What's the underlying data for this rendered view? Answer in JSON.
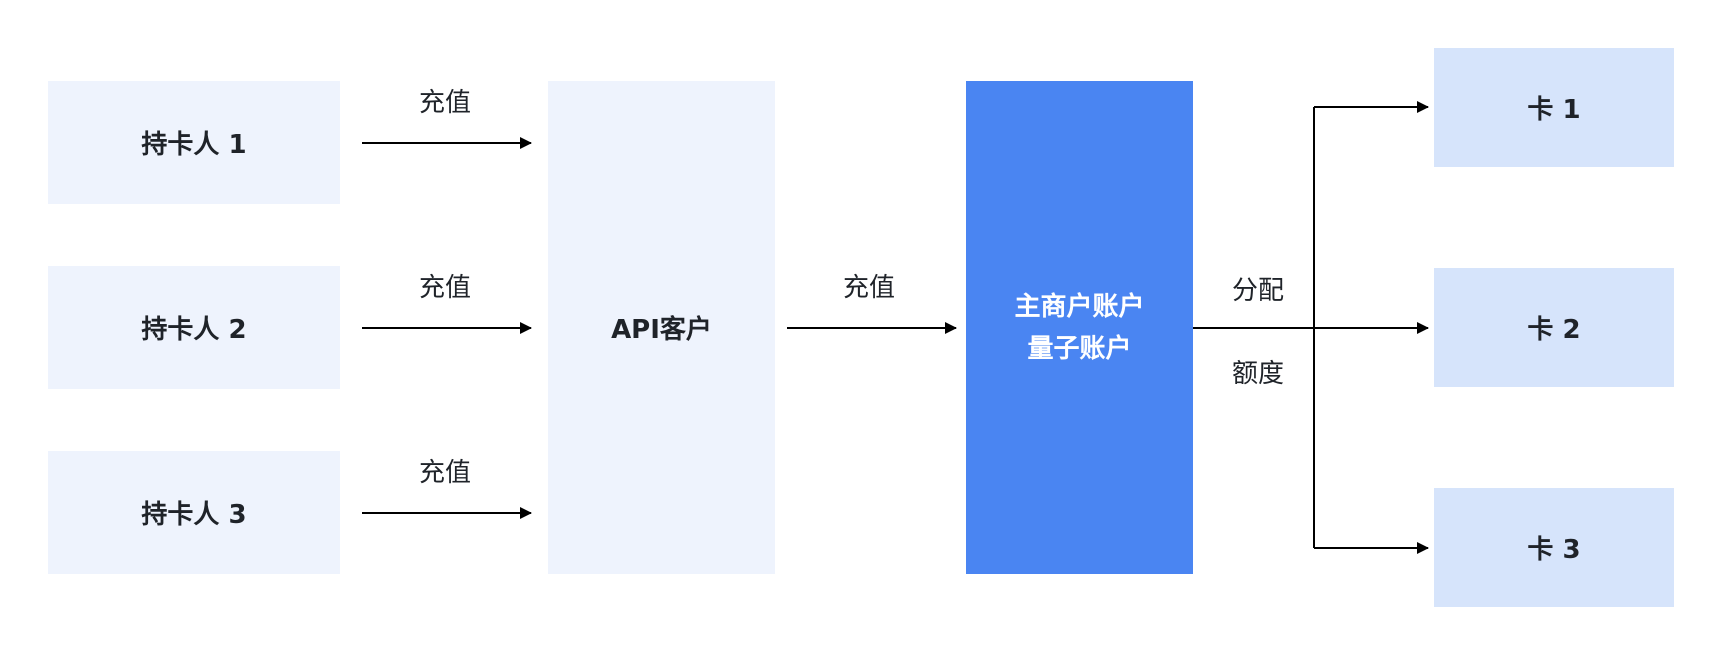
{
  "colors": {
    "light_box": "#eef3fd",
    "card_box": "#d6e4fb",
    "main_box": "#4a85f2",
    "main_text": "#ffffff",
    "text": "#1f2329",
    "arrow": "#000000"
  },
  "cardholders": [
    {
      "label": "持卡人 1"
    },
    {
      "label": "持卡人 2"
    },
    {
      "label": "持卡人 3"
    }
  ],
  "api_customer": {
    "label": "API客户"
  },
  "main_account": {
    "line1": "主商户账户",
    "line2": "量子账户"
  },
  "cards": [
    {
      "label": "卡 1"
    },
    {
      "label": "卡 2"
    },
    {
      "label": "卡 3"
    }
  ],
  "edges": {
    "recharge_1": "充值",
    "recharge_2": "充值",
    "recharge_3": "充值",
    "recharge_main": "充值",
    "allocate_top": "分配",
    "allocate_bottom": "额度"
  }
}
